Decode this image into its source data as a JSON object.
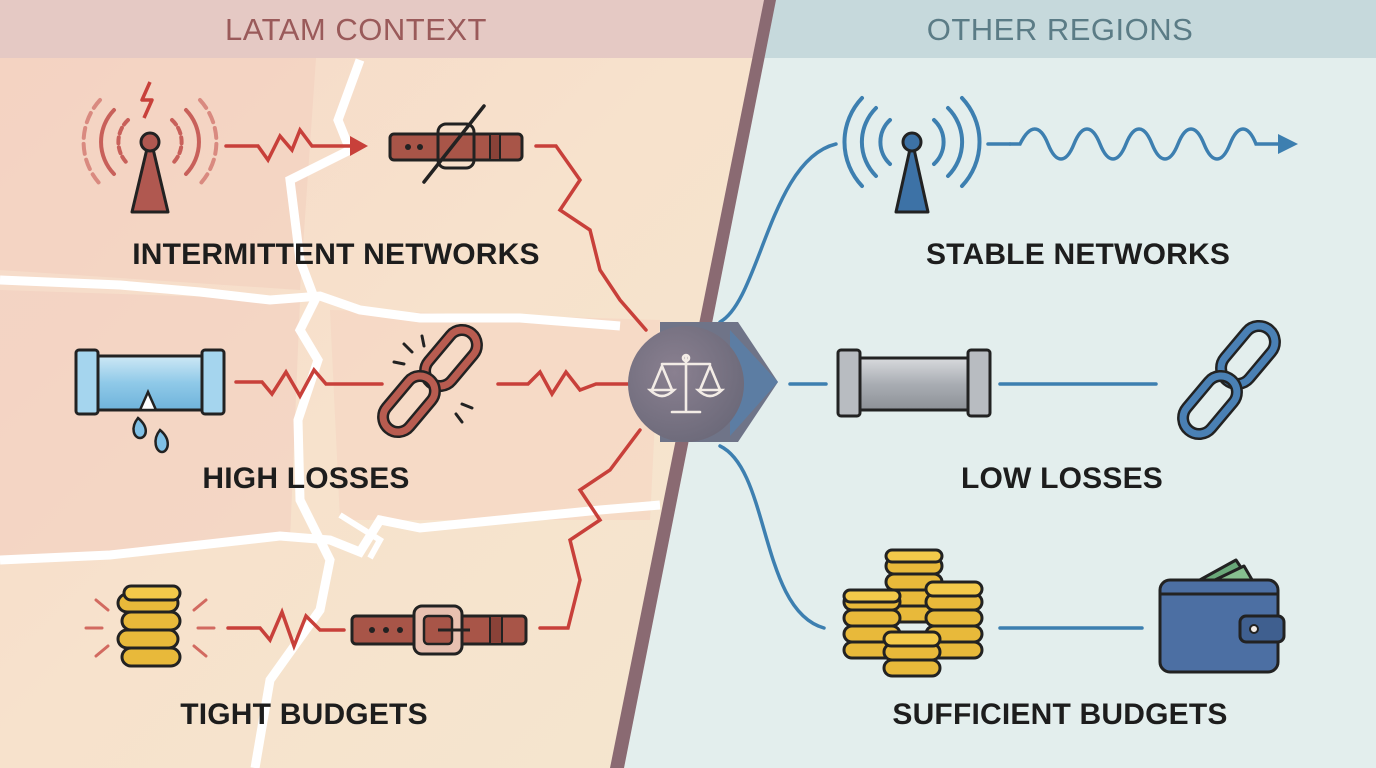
{
  "headers": {
    "left": "LATAM CONTEXT",
    "right": "OTHER REGIONS"
  },
  "left_labels": {
    "networks": "INTERMITTENT NETWORKS",
    "losses": "HIGH LOSSES",
    "budgets": "TIGHT BUDGETS"
  },
  "right_labels": {
    "networks": "STABLE NETWORKS",
    "losses": "LOW LOSSES",
    "budgets": "SUFFICIENT BUDGETS"
  },
  "colors": {
    "left_header": "#9a5a5a",
    "right_header": "#5b7c86",
    "red_line": "#c8403a",
    "blue_line": "#3d7fb0",
    "divider": "#8a6a72"
  },
  "icons": {
    "left": [
      "antenna-icon",
      "belt-icon",
      "leaking-pipe-icon",
      "broken-chain-icon",
      "coin-stack-icon",
      "belt-icon"
    ],
    "center": "balance-scale-icon",
    "right": [
      "antenna-icon",
      "wave-signal-icon",
      "pipe-icon",
      "chain-icon",
      "coin-stacks-icon",
      "wallet-icon"
    ]
  }
}
